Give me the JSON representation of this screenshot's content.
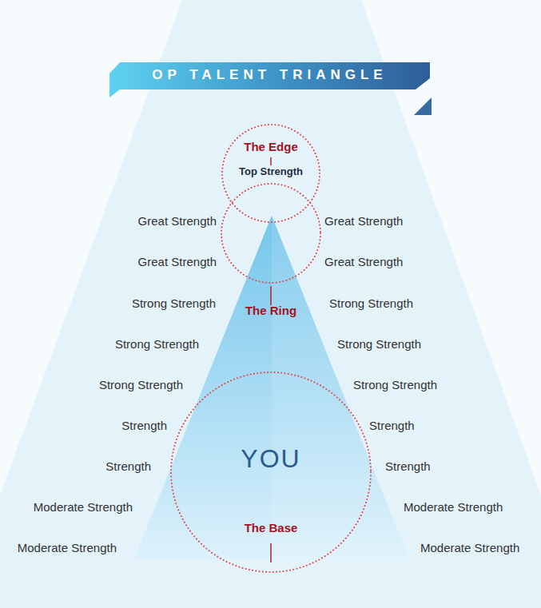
{
  "diagram": {
    "title": "OP TALENT TRIANGLE",
    "nodes": [
      {
        "text": [
          "The Edge",
          "Top Strength"
        ]
      },
      {
        "text": [
          "The Ring"
        ]
      },
      {
        "text": [
          "YOU",
          "The Base"
        ]
      }
    ],
    "labels": [
      "Great Strength",
      "Great Strength",
      "Great Strength",
      "Great Strength",
      "Strong Strength",
      "Strong Strength",
      "Strong Strength",
      "Strong Strength",
      "Strong Strength",
      "Strong Strength",
      "Strength",
      "Strength",
      "Strength",
      "Strength",
      "Moderate Strength",
      "Moderate Strength",
      "Moderate Strength",
      "Moderate Strength"
    ]
  }
}
